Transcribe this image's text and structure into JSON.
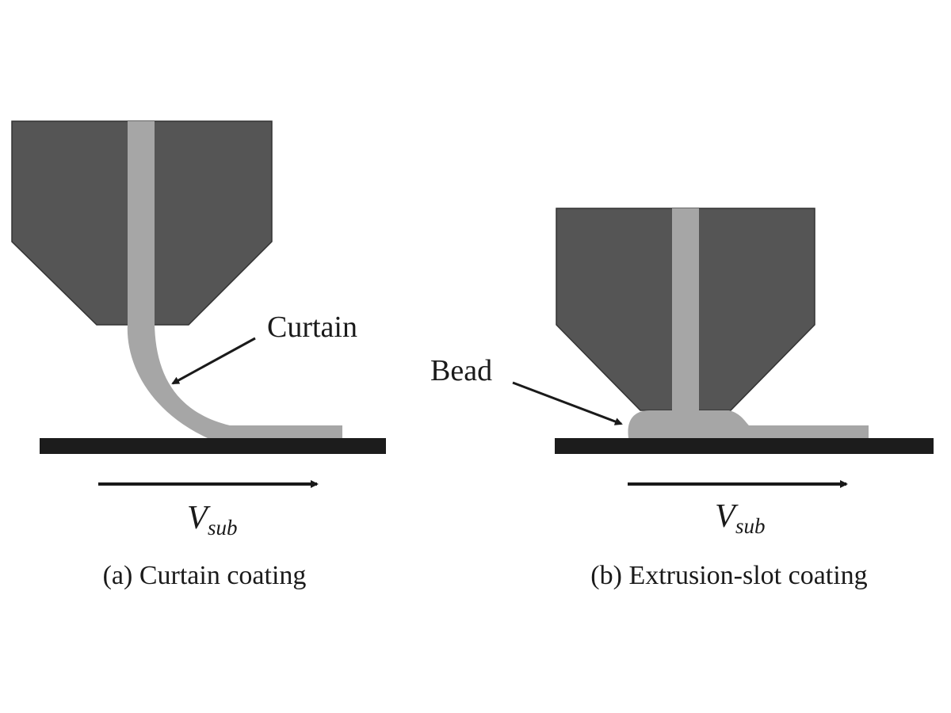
{
  "panel_a": {
    "annotation": "Curtain",
    "velocity_symbol": "V",
    "velocity_subscript": "sub",
    "caption": "(a) Curtain coating"
  },
  "panel_b": {
    "annotation": "Bead",
    "velocity_symbol": "V",
    "velocity_subscript": "sub",
    "caption": "(b) Extrusion-slot coating"
  },
  "colors": {
    "die_body": "#555555",
    "coating_liquid": "#a6a6a6",
    "substrate": "#1c1c1c",
    "arrow": "#1a1a1a",
    "background": "#ffffff"
  }
}
